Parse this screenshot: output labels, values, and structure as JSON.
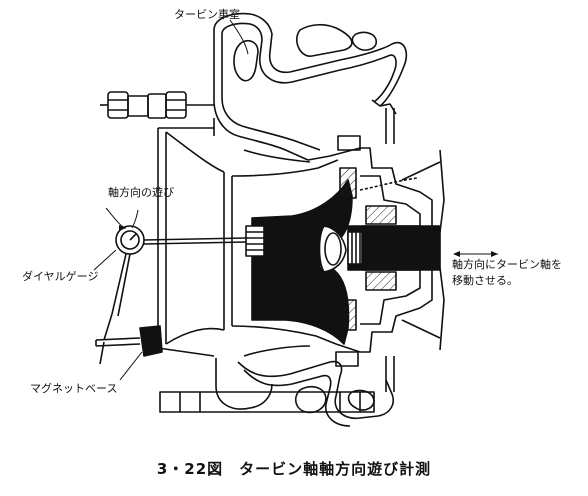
{
  "labels": {
    "turbine_casing": "タービン車室",
    "axial_play": "軸方向の遊び",
    "dial_gauge": "ダイヤルゲージ",
    "magnet_base": "マグネットベース",
    "move_shaft_line1": "軸方向にタービン軸を",
    "move_shaft_line2": "移動させる。"
  },
  "caption": "3・22図　タービン軸軸方向遊び計測"
}
